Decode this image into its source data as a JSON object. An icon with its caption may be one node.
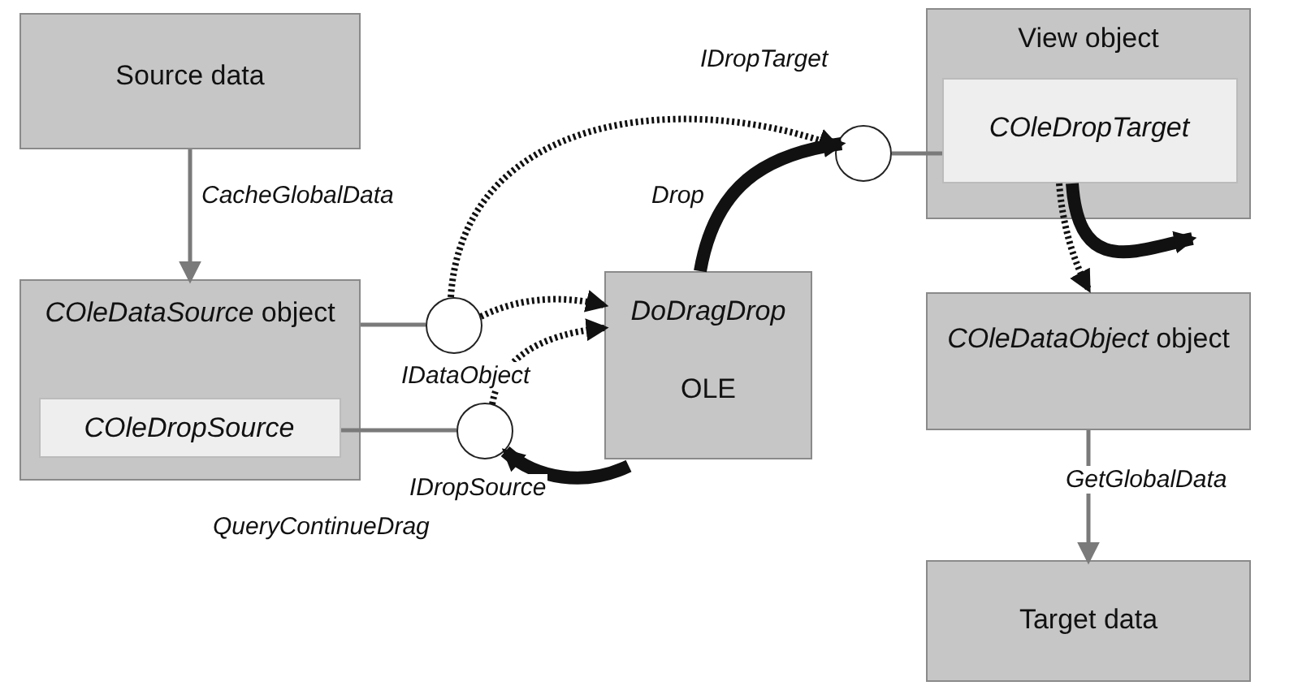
{
  "diagram": {
    "nodes": [
      {
        "text": [
          "Source data"
        ]
      },
      {
        "text": [
          "*COleDataSource* object"
        ]
      },
      {
        "text": [
          "COleDropSource"
        ],
        "in": 1
      },
      {
        "text": [],
        "shape": "circle",
        "beside": [
          "IDataObject"
        ]
      },
      {
        "text": [],
        "shape": "circle",
        "beside": [
          "IDropSource"
        ]
      },
      {
        "text": [
          "DoDragDrop",
          "OLE"
        ]
      },
      {
        "text": [],
        "shape": "circle"
      },
      {
        "text": [
          "View object"
        ]
      },
      {
        "text": [
          "COleDropTarget"
        ],
        "in": 7
      },
      {
        "text": [
          "*COleDataObject* object"
        ]
      },
      {
        "text": [
          "Target data"
        ]
      }
    ],
    "edges": [
      {
        "from": 0,
        "to": 1,
        "arrow": "to",
        "label": "CacheGlobalData",
        "color": "#7a7a7a"
      },
      {
        "from": 1,
        "to": 3,
        "arrow": "none",
        "color": "#7a7a7a"
      },
      {
        "from": 2,
        "to": 4,
        "arrow": "none",
        "color": "#7a7a7a"
      },
      {
        "from": 3,
        "to": 5,
        "arrow": "to",
        "style": "dashed",
        "color": "#111111"
      },
      {
        "from": 3,
        "to": 6,
        "arrow": "to",
        "label": "IDropTarget",
        "style": "dashed",
        "color": "#111111"
      },
      {
        "from": 4,
        "to": 5,
        "arrow": "to",
        "style": "dashed",
        "color": "#111111"
      },
      {
        "from": 5,
        "to": 4,
        "arrow": "to",
        "label": "QueryContinueDrag",
        "style": "thick",
        "color": "#111111"
      },
      {
        "from": 5,
        "to": 6,
        "arrow": "to",
        "label": "Drop",
        "style": "thick",
        "color": "#111111"
      },
      {
        "from": 8,
        "to": 9,
        "arrow": "to",
        "style": "dashed",
        "color": "#111111"
      },
      {
        "from": 8,
        "to": null,
        "arrow": "to",
        "style": "thick",
        "color": "#111111"
      },
      {
        "from": 9,
        "to": 10,
        "arrow": "to",
        "label": "GetGlobalData",
        "color": "#7a7a7a"
      },
      {
        "from": 6,
        "to": 8,
        "arrow": "none",
        "color": "#7a7a7a"
      }
    ]
  }
}
